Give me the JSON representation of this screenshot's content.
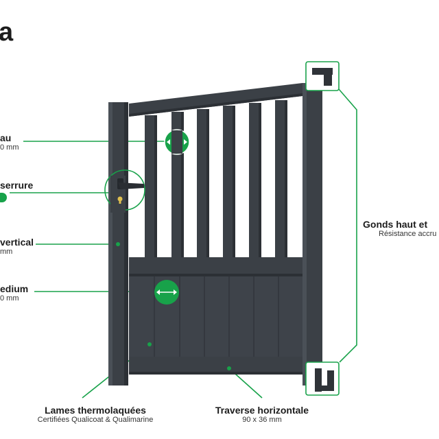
{
  "title": "a",
  "labels": {
    "barreau": {
      "title": "au",
      "sub": "0 mm"
    },
    "serrure": {
      "title": "serrure"
    },
    "montant": {
      "title": "vertical",
      "sub": "mm"
    },
    "medium": {
      "title": "edium",
      "sub": "0 mm"
    },
    "gonds": {
      "title": "Gonds haut et",
      "sub": "Résistance accru"
    },
    "lames": {
      "title": "Lames thermolaquées",
      "sub": "Certifiées Qualicoat & Qualimarine"
    },
    "traverse": {
      "title": "Traverse horizontale",
      "sub": "90 x 36 mm"
    }
  },
  "colors": {
    "accent": "#18a24a",
    "gate": "#3b4046",
    "gate_dark": "#2c3035"
  },
  "icons": [
    "double-arrow-icon",
    "door-handle-icon",
    "keyhole-icon",
    "hinge-icon"
  ]
}
